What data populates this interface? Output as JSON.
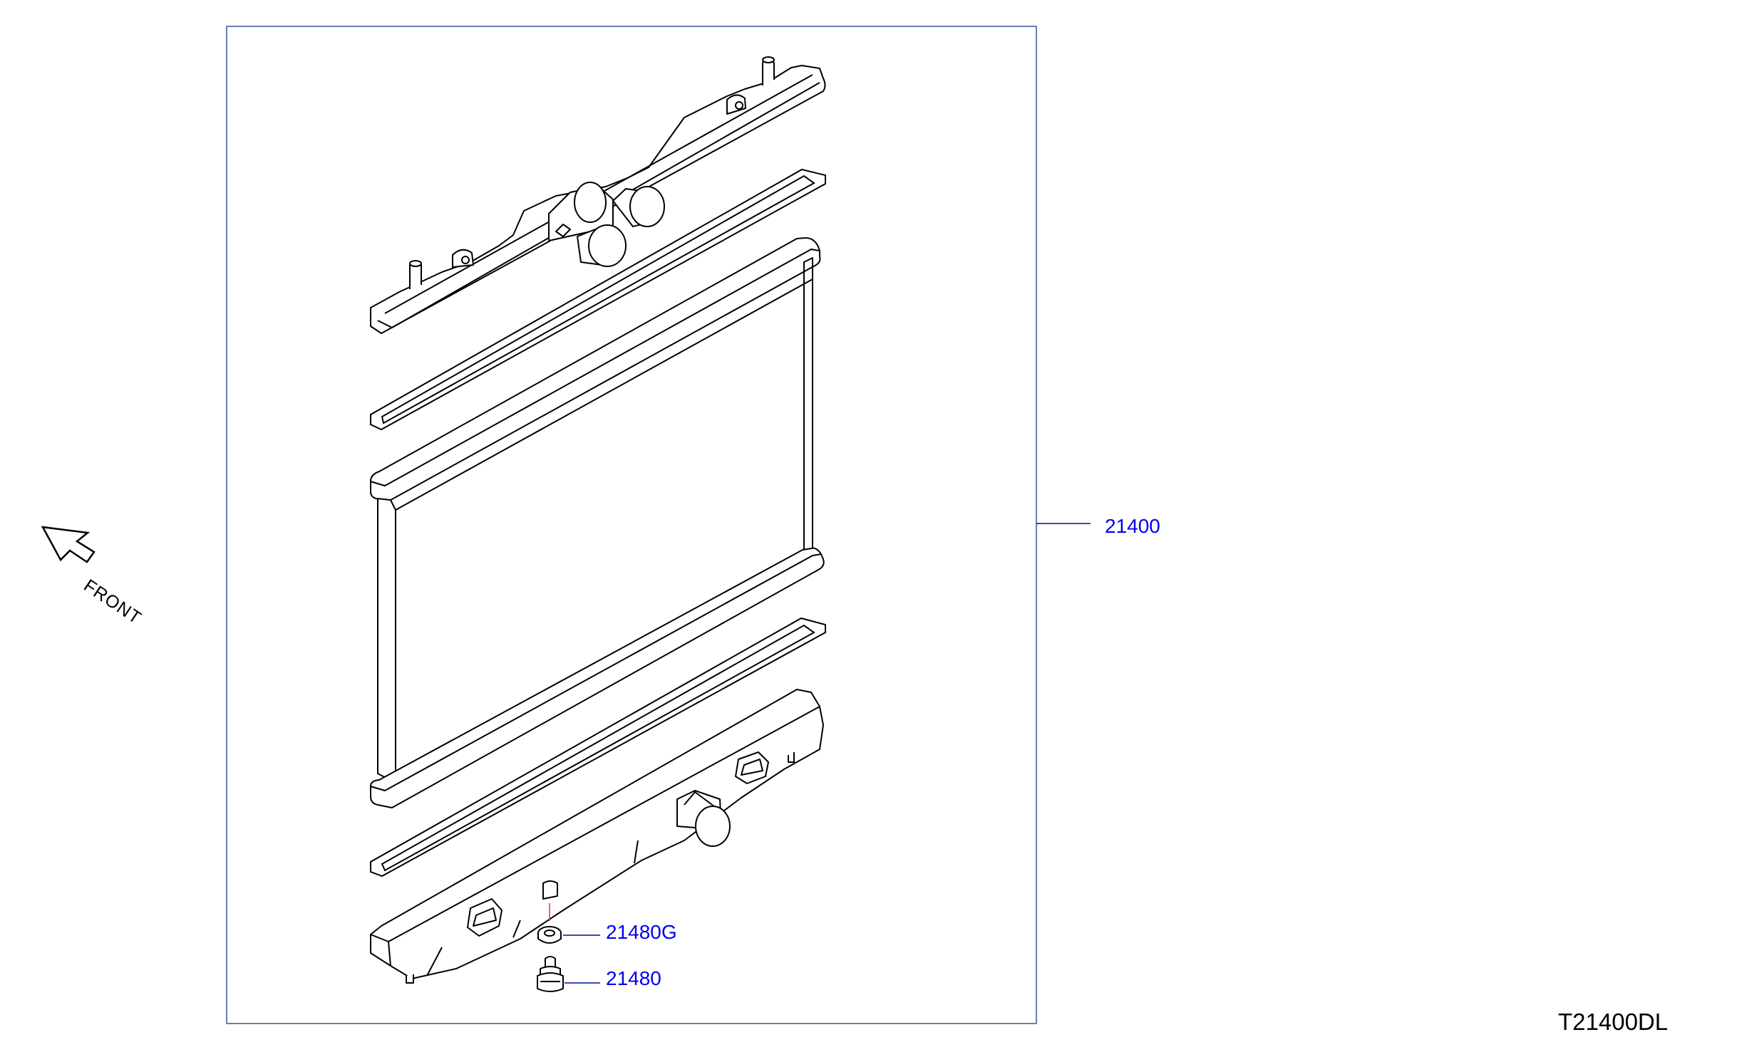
{
  "callouts": {
    "radiator_assembly": "21400",
    "drain_plug_seal": "21480G",
    "drain_plug": "21480"
  },
  "orientation": {
    "front_label": "FRONT"
  },
  "diagram_code": "T21400DL",
  "colors": {
    "frame_line": "#6a7fb5",
    "callout_text": "#0000ee",
    "leader_line": "#2233aa",
    "drawing_line": "#000000"
  }
}
